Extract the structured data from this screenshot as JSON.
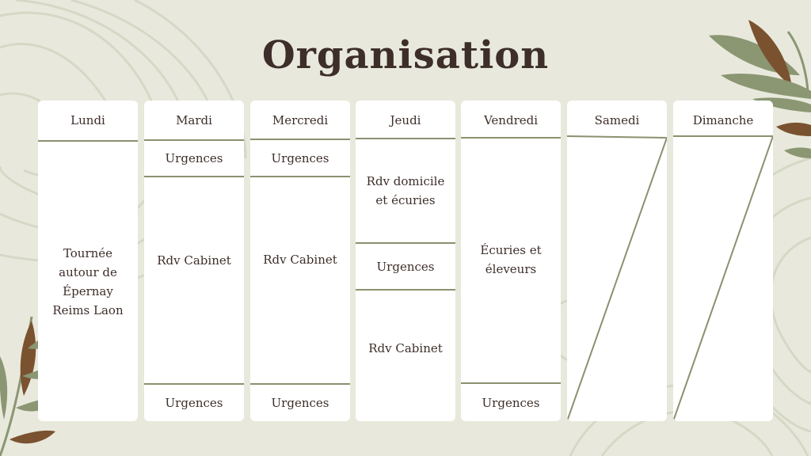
{
  "title": "Organisation",
  "days": {
    "lundi": "Lundi",
    "mardi": "Mardi",
    "mercredi": "Mercredi",
    "jeudi": "Jeudi",
    "vendredi": "Vendredi",
    "samedi": "Samedi",
    "dimanche": "Dimanche"
  },
  "slots": {
    "lundi_main": "Tournée autour de Épernay Reims Laon",
    "mardi_top": "Urgences",
    "mardi_main": "Rdv Cabinet",
    "mardi_bottom": "Urgences",
    "mercredi_top": "Urgences",
    "mercredi_main": "Rdv Cabinet",
    "mercredi_bottom": "Urgences",
    "jeudi_top": "Rdv domicile et écuries",
    "jeudi_mid": "Urgences",
    "jeudi_bottom": "Rdv Cabinet",
    "vendredi_main": "Écuries et éleveurs",
    "vendredi_bottom": "Urgences"
  },
  "colors": {
    "background": "#e8e9dc",
    "card": "#ffffff",
    "line": "#8a916f",
    "text": "#3d2e2a",
    "leaf_green": "#8b9673",
    "leaf_brown": "#7a5230"
  }
}
